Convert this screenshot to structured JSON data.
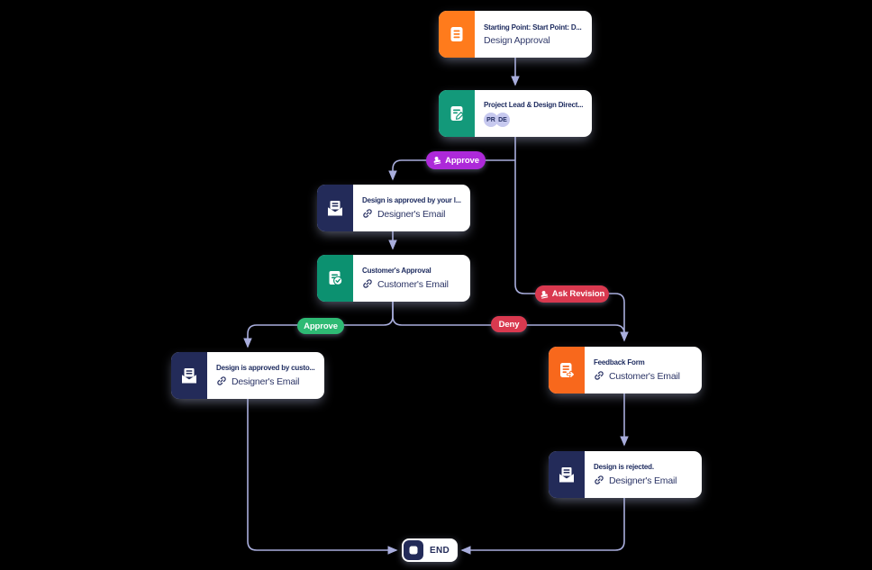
{
  "canvas": {
    "background": "#000000"
  },
  "colors": {
    "connector": "#a9aedd",
    "card_bg": "#ffffff",
    "title_text": "#1c2a5e",
    "start_icon_bg": "#ff7b1c",
    "approval_icon_bg": "#13997a",
    "customer_approval_icon_bg": "#0c9170",
    "email_icon_bg": "#232b59",
    "feedback_icon_bg": "#f8681c",
    "purple_pill": "#ad29d9",
    "red_pill": "#d9394f",
    "green_pill": "#2eba74",
    "badge_bg": "#c7c9ef"
  },
  "icons": {
    "start": "form-icon",
    "project_lead": "approval-task-icon",
    "emails": "email-icon",
    "customer_approval": "approval-check-icon",
    "feedback": "feedback-form-icon",
    "pills": "stamp-icon",
    "email_link": "link-icon",
    "end": "stop-square-icon"
  },
  "nodes": {
    "start": {
      "title": "Starting Point: Start Point: D...",
      "subtitle": "Design Approval"
    },
    "project_lead": {
      "title": "Project Lead & Design Direct...",
      "badges": [
        "PR",
        "DE"
      ]
    },
    "approved_lead_email": {
      "title": "Design is approved by your l...",
      "link": "Designer's Email"
    },
    "customer_approval": {
      "title": "Customer's Approval",
      "link": "Customer's Email"
    },
    "approved_customer_email": {
      "title": "Design is approved by custo...",
      "link": "Designer's Email"
    },
    "feedback_form": {
      "title": "Feedback Form",
      "link": "Customer's Email"
    },
    "rejected_email": {
      "title": "Design is rejected.",
      "link": "Designer's Email"
    },
    "end": {
      "label": "END"
    }
  },
  "branch_labels": {
    "approve_top": "Approve",
    "ask_revision": "Ask Revision",
    "approve_bottom": "Approve",
    "deny": "Deny"
  }
}
